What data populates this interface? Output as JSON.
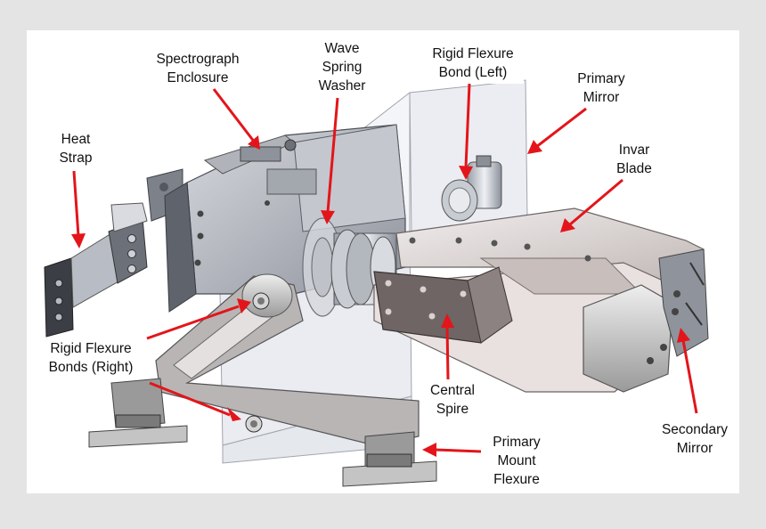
{
  "colors": {
    "page_background": "#e4e4e4",
    "panel_background": "#ffffff",
    "arrow": "#e3151a",
    "label_text": "#111111"
  },
  "labels": {
    "spectrograph_enclosure": {
      "line1": "Spectrograph",
      "line2": "Enclosure"
    },
    "wave_spring_washer": {
      "line1": "Wave",
      "line2": "Spring",
      "line3": "Washer"
    },
    "rigid_flexure_bond_left": {
      "line1": "Rigid Flexure",
      "line2": "Bond (Left)"
    },
    "primary_mirror": {
      "line1": "Primary",
      "line2": "Mirror"
    },
    "heat_strap": {
      "line1": "Heat",
      "line2": "Strap"
    },
    "invar_blade": {
      "line1": "Invar",
      "line2": "Blade"
    },
    "rigid_flexure_bonds_right": {
      "line1": "Rigid Flexure",
      "line2": "Bonds (Right)"
    },
    "central_spire": {
      "line1": "Central",
      "line2": "Spire"
    },
    "secondary_mirror": {
      "line1": "Secondary",
      "line2": "Mirror"
    },
    "primary_mount_flexure": {
      "line1": "Primary",
      "line2": "Mount",
      "line3": "Flexure"
    }
  }
}
